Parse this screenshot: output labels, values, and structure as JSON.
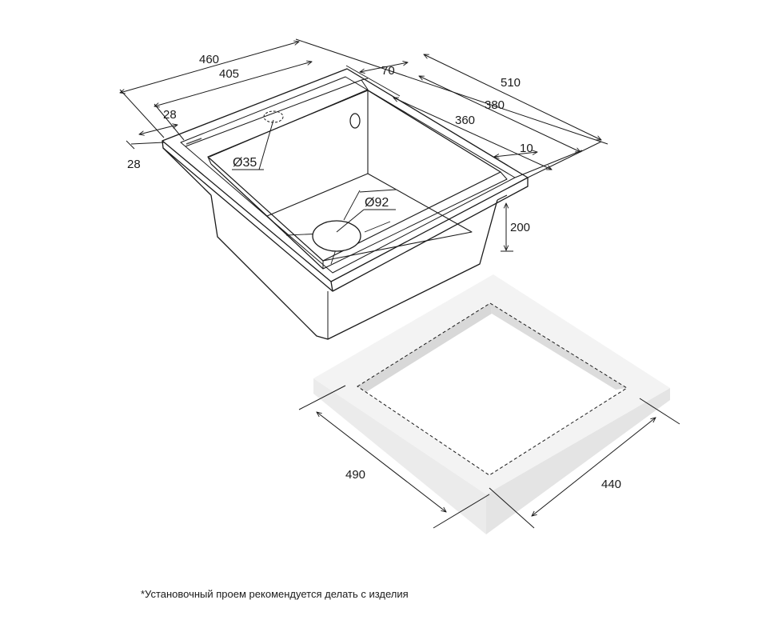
{
  "sink": {
    "dimensions": {
      "overall_width": "460",
      "inner_width": "405",
      "side_rim_left": "28",
      "front_rim_left": "28",
      "back_rim": "70",
      "overall_depth": "510",
      "inner_depth": "380",
      "bowl_depth": "360",
      "side_rim_right": "10",
      "bowl_height": "200",
      "tap_hole": "Ø35",
      "drain_hole": "Ø92"
    }
  },
  "cutout": {
    "dimensions": {
      "length": "490",
      "width": "440"
    }
  },
  "footnote": "*Установочный проем рекомендуется делать с изделия",
  "colors": {
    "line": "#1a1a1a",
    "frame_top": "#f3f3f3",
    "frame_side": "#e4e4e4",
    "frame_inner": "#d8d8d8"
  }
}
